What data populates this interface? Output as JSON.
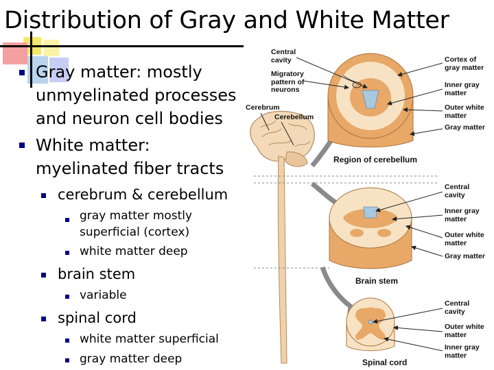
{
  "title": "Distribution of Gray and White Matter",
  "bullets": {
    "gray": "Gray matter: mostly unmyelinated processes and neuron cell bodies",
    "gray_lines": [
      "Gray matter: mostly",
      "unmyelinated processes",
      "and neuron cell bodies"
    ],
    "white_lines": [
      "White matter:",
      "myelinated fiber tracts"
    ],
    "cerebrum": "cerebrum & cerebellum",
    "cerebrum_sub": [
      "gray matter mostly",
      "superficial (cortex)"
    ],
    "cerebrum_sub2": "white matter deep",
    "brainstem": "brain stem",
    "brainstem_sub": "variable",
    "spinal": "spinal cord",
    "spinal_sub1": "white matter superficial",
    "spinal_sub2": "gray matter deep"
  },
  "diagram": {
    "left_labels": {
      "central_cavity": [
        "Central",
        "cavity"
      ],
      "migratory": [
        "Migratory",
        "pattern of",
        "neurons"
      ],
      "cerebrum": "Cerebrum",
      "cerebellum": "Cerebellum"
    },
    "top_right": {
      "cortex": [
        "Cortex of",
        "gray matter"
      ],
      "inner_gray": [
        "Inner gray",
        "matter"
      ],
      "outer_white": [
        "Outer white",
        "matter"
      ],
      "gray_matter": "Gray matter"
    },
    "region_caption": "Region of cerebellum",
    "mid_right": {
      "central_cavity": [
        "Central",
        "cavity"
      ],
      "inner_gray": [
        "Inner gray",
        "matter"
      ],
      "outer_white": [
        "Outer white",
        "matter"
      ],
      "gray_matter": "Gray matter"
    },
    "brainstem_caption": "Brain stem",
    "bottom_right": {
      "central_cavity": [
        "Central",
        "cavity"
      ],
      "outer_white": [
        "Outer white",
        "matter"
      ],
      "inner_gray": [
        "Inner gray",
        "matter"
      ]
    },
    "spinal_caption": "Spinal cord"
  },
  "colors": {
    "bullet": "#000080",
    "gray_matter": "#e8a868",
    "white_matter": "#f7e3c4",
    "cavity": "#a8c8e0",
    "arrow": "#777777"
  }
}
